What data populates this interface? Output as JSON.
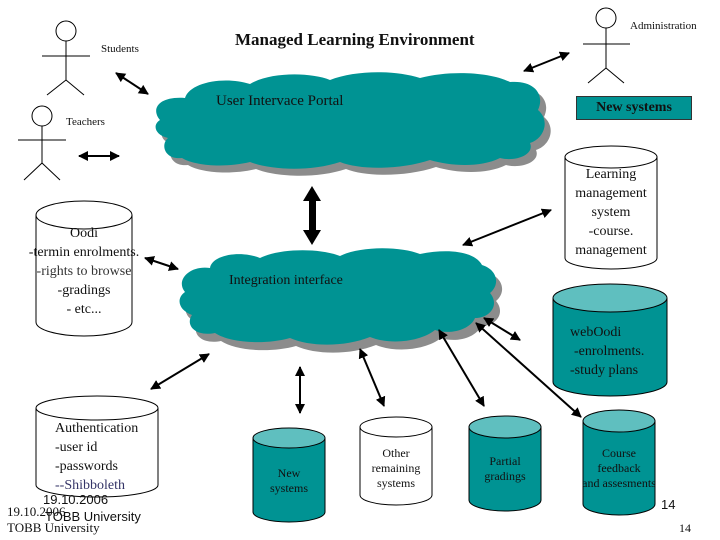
{
  "title": "Managed Learning Environment",
  "actors": {
    "students": "Students",
    "teachers": "Teachers",
    "administration": "Administration"
  },
  "clouds": {
    "portal": "User Intervace Portal",
    "integration": "Integration  interface"
  },
  "new_systems_box": "New systems",
  "databases": {
    "lms": [
      "Learning",
      "management",
      "system",
      "-course.",
      "management"
    ],
    "oodi": [
      "Oodi",
      "-termin enrolments.",
      "-rights to browse",
      "-gradings",
      "- etc..."
    ],
    "weboodi": [
      "webOodi",
      "-enrolments.",
      "-study plans"
    ],
    "auth": [
      "Authentication",
      "-user id",
      "-passwords",
      "--Shibboleth"
    ],
    "new_systems": [
      "New",
      "systems"
    ],
    "other": [
      "Other",
      "remaining",
      "systems"
    ],
    "partial": [
      "Partial",
      "gradings"
    ],
    "course_feedback": [
      "Course",
      "feedback",
      "and assesments"
    ]
  },
  "footer": {
    "date_sans": "19.10.2006",
    "org_sans": "TOBB University",
    "date_serif": "19.10.2006",
    "org_serif": "TOBB University",
    "page_a": "14",
    "page_b": "14"
  },
  "colors": {
    "teal": "#009393",
    "teal_light": "#5fbfbf",
    "shadow": "#8c8c8c"
  }
}
